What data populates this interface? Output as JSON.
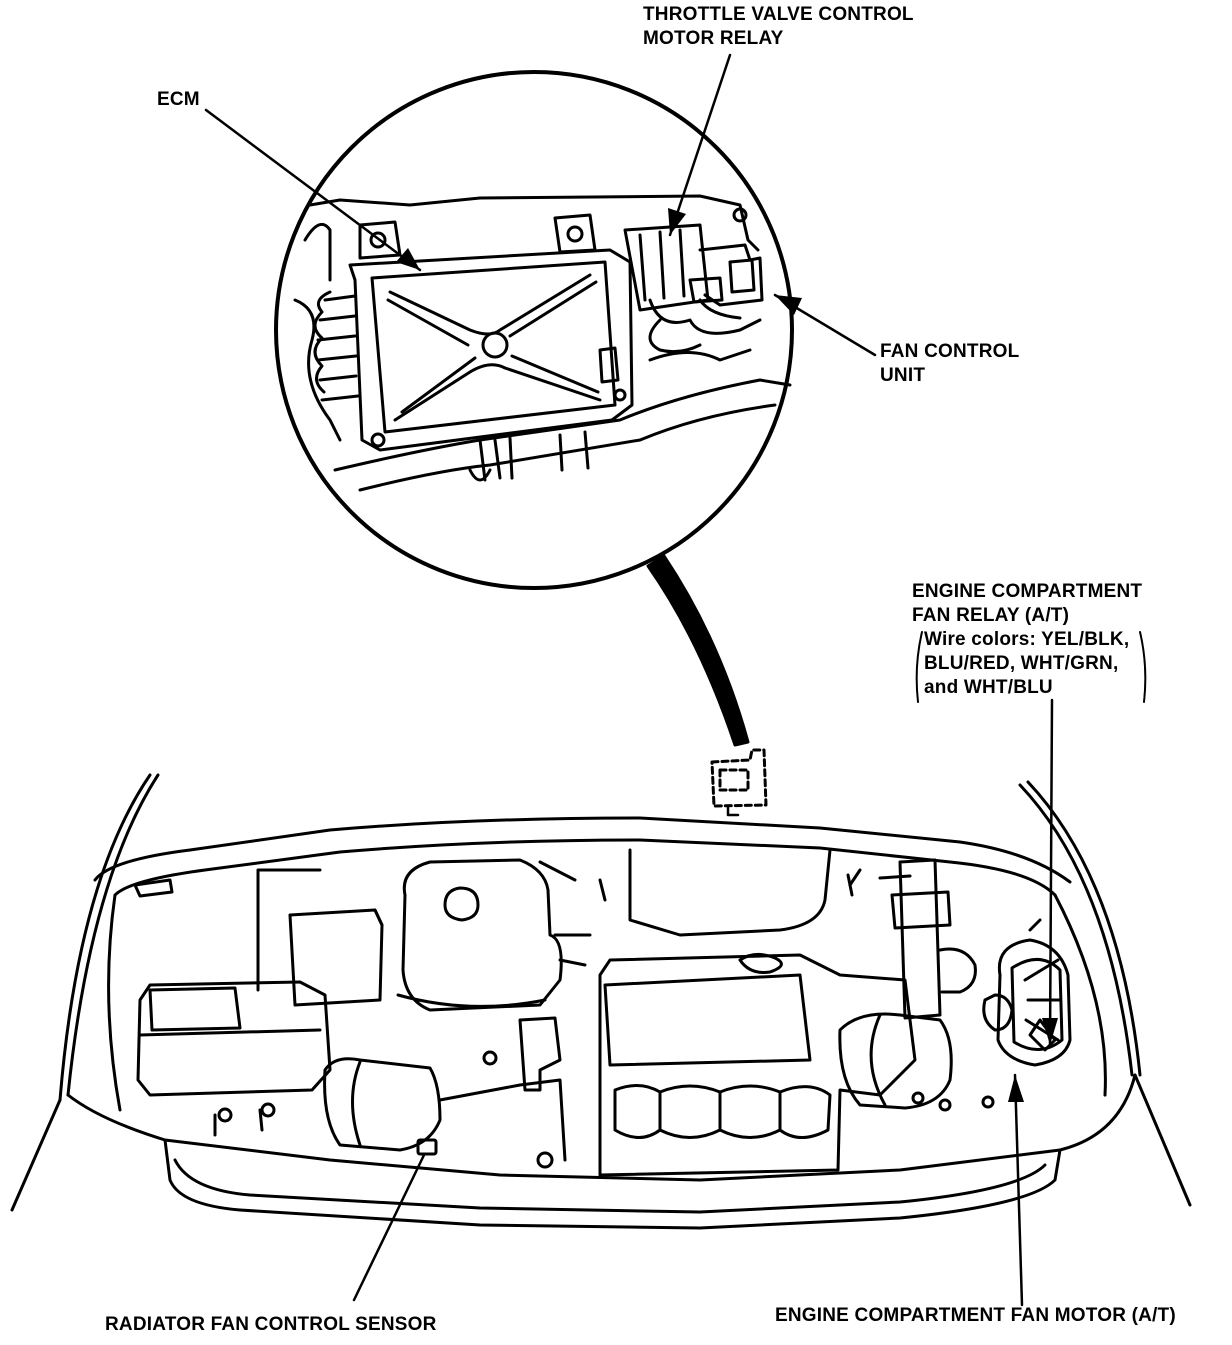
{
  "labels": {
    "throttle_line1": "THROTTLE VALVE CONTROL",
    "throttle_line2": "MOTOR RELAY",
    "ecm": "ECM",
    "fan_control_line1": "FAN CONTROL",
    "fan_control_line2": "UNIT",
    "fan_relay_line1": "ENGINE COMPARTMENT",
    "fan_relay_line2": "FAN RELAY (A/T)",
    "wire_line1": "Wire colors: YEL/BLK,",
    "wire_line2": "BLU/RED, WHT/GRN,",
    "wire_line3": "and WHT/BLU",
    "radiator_sensor": "RADIATOR FAN CONTROL SENSOR",
    "fan_motor": "ENGINE COMPARTMENT FAN MOTOR (A/T)"
  },
  "icons": [
    "detail-magnifier-circle",
    "ecm-unit",
    "relay-connector",
    "engine-bay-outline",
    "fan-motor"
  ]
}
